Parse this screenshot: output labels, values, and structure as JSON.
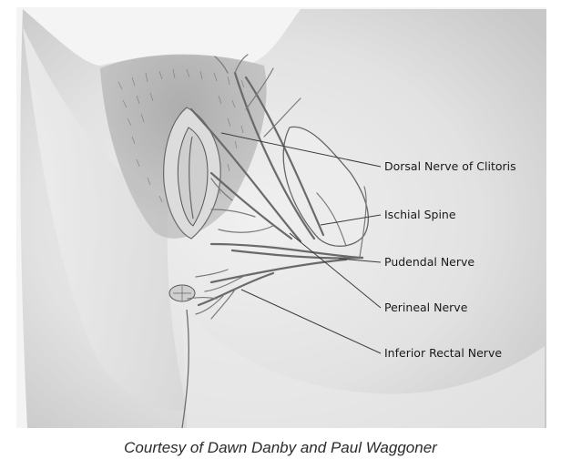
{
  "labels": {
    "dorsal_nerve": "Dorsal Nerve of Clitoris",
    "ischial_spine": "Ischial Spine",
    "pudendal_nerve": "Pudendal Nerve",
    "perineal_nerve": "Perineal Nerve",
    "inferior_rectal_nerve": "Inferior Rectal Nerve"
  },
  "credit": "Courtesy of Dawn Danby and Paul Waggoner",
  "colors": {
    "skin": "#e4e4e4",
    "shading": "#c9c9c9",
    "lines": "#3a3a3a"
  }
}
